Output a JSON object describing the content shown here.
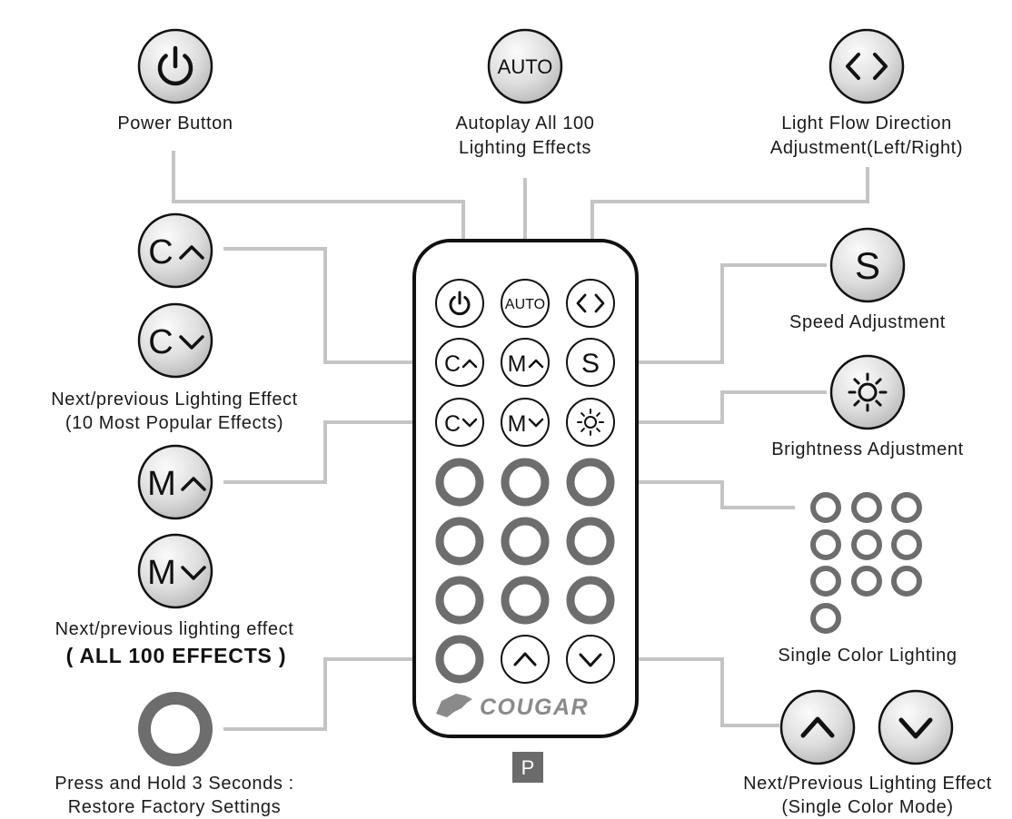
{
  "labels": {
    "power_button": "Power Button",
    "autoplay_line1": "Autoplay All 100",
    "autoplay_line2": "Lighting Effects",
    "flow_line1": "Light Flow Direction",
    "flow_line2": "Adjustment(Left/Right)",
    "speed": "Speed Adjustment",
    "popular_line1": "Next/previous Lighting Effect",
    "popular_line2": "(10 Most Popular Effects)",
    "brightness": "Brightness Adjustment",
    "all_effects_line1": "Next/previous lighting effect",
    "all_effects_line2": "( ALL 100 EFFECTS )",
    "single_color": "Single Color Lighting",
    "restore_line1": "Press and Hold 3 Seconds :",
    "restore_line2": "Restore Factory Settings",
    "single_mode_line1": "Next/Previous Lighting Effect",
    "single_mode_line2": "(Single Color Mode)"
  },
  "buttons": {
    "auto": "AUTO",
    "color_up": "C",
    "color_down": "C",
    "mode_up": "M",
    "mode_down": "M",
    "speed": "S"
  },
  "brand": {
    "name": "COUGAR"
  },
  "badge": {
    "text": "P"
  },
  "colors": {
    "leader_line": "#c4c4c4",
    "ring": "#6d6d6d",
    "badge_bg": "#6b6b6b"
  }
}
